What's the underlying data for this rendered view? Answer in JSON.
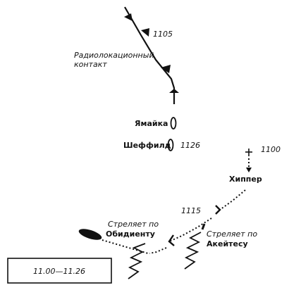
{
  "map": {
    "labels": {
      "radar_contact": [
        "Радиолокационный",
        "контакт"
      ],
      "time_1105": "1105",
      "jamaica": "Ямайка",
      "sheffield": "Шеффилд",
      "time_1126": "1126",
      "time_1100": "1100",
      "hipper": "Хиппер",
      "time_1115": "1115",
      "fires_at_obdurate": [
        "Стреляет по",
        "Обидиенту"
      ],
      "fires_at_achates": [
        "Стреляет по",
        "Акейтесу"
      ]
    },
    "legend_box": {
      "time_range": "11.00—11.26"
    }
  }
}
